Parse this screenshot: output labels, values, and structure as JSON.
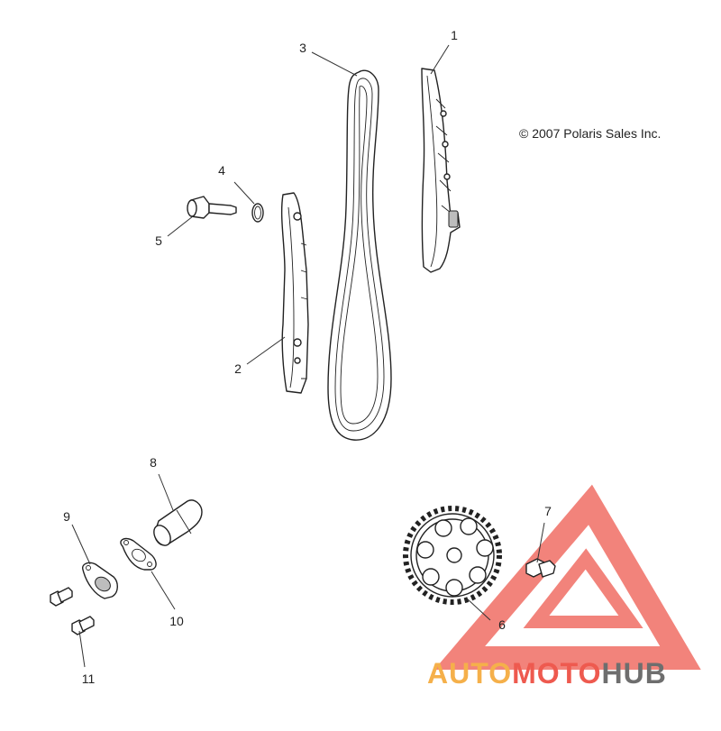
{
  "copyright": "© 2007 Polaris Sales Inc.",
  "callouts": [
    {
      "id": "c1",
      "label": "1"
    },
    {
      "id": "c2",
      "label": "2"
    },
    {
      "id": "c3",
      "label": "3"
    },
    {
      "id": "c4",
      "label": "4"
    },
    {
      "id": "c5",
      "label": "5"
    },
    {
      "id": "c6",
      "label": "6"
    },
    {
      "id": "c7",
      "label": "7"
    },
    {
      "id": "c8",
      "label": "8"
    },
    {
      "id": "c9",
      "label": "9"
    },
    {
      "id": "c10",
      "label": "10"
    },
    {
      "id": "c11",
      "label": "11"
    }
  ],
  "watermark": {
    "part1": "AUTO",
    "part2": "MOTO",
    "part3": "HUB",
    "color_orange": "#f5b04a",
    "color_red": "#ee5a4f",
    "color_gray": "#6e6e6e"
  }
}
